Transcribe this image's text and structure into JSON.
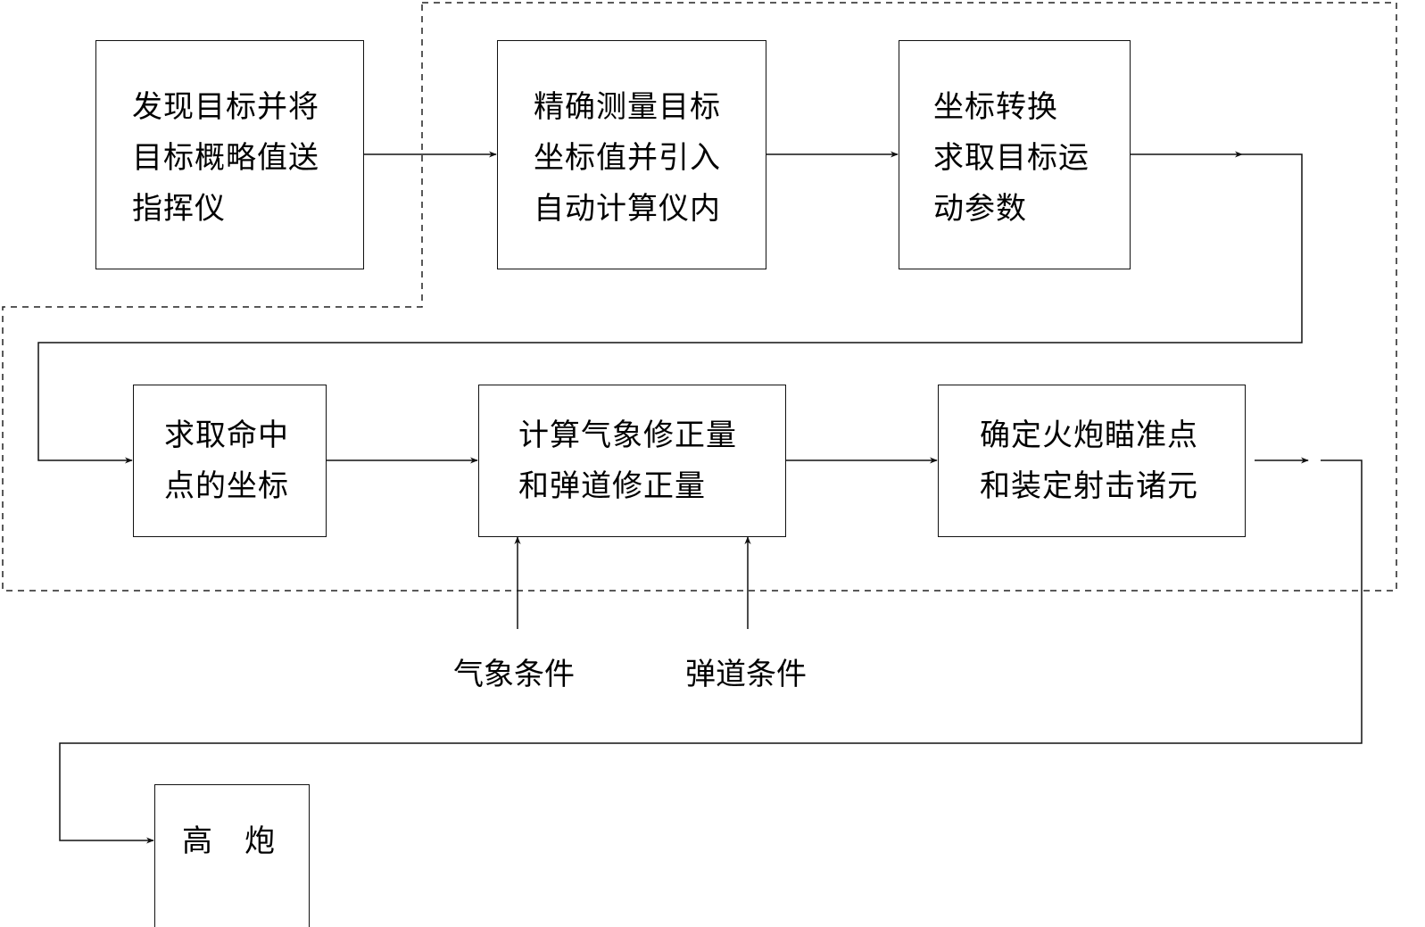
{
  "diagram": {
    "type": "flowchart",
    "title": "",
    "nodes": [
      {
        "id": "n1",
        "lines": [
          "发现目标并将",
          "目标概略值送",
          "指挥仪"
        ]
      },
      {
        "id": "n2",
        "lines": [
          "精确测量目标",
          "坐标值并引入",
          "自动计算仪内"
        ]
      },
      {
        "id": "n3",
        "lines": [
          "坐标转换",
          "求取目标运",
          "动参数"
        ]
      },
      {
        "id": "n4",
        "lines": [
          "求取命中",
          "点的坐标"
        ]
      },
      {
        "id": "n5",
        "lines": [
          "计算气象修正量",
          "和弹道修正量"
        ]
      },
      {
        "id": "n6",
        "lines": [
          "确定火炮瞄准点",
          "和装定射击诸元"
        ]
      },
      {
        "id": "n7",
        "lines": [
          "高　炮"
        ]
      }
    ],
    "inputs": [
      {
        "id": "in1",
        "label": "气象条件",
        "target": "n5"
      },
      {
        "id": "in2",
        "label": "弹道条件",
        "target": "n5"
      }
    ],
    "edges": [
      {
        "from": "n1",
        "to": "n2"
      },
      {
        "from": "n2",
        "to": "n3"
      },
      {
        "from": "n3",
        "to": "n4"
      },
      {
        "from": "n4",
        "to": "n5"
      },
      {
        "from": "n5",
        "to": "n6"
      },
      {
        "from": "n6",
        "to": "n7"
      },
      {
        "from": "in1",
        "to": "n5"
      },
      {
        "from": "in2",
        "to": "n5"
      }
    ],
    "groups": [
      {
        "id": "g1",
        "style": "dotted",
        "contains": [
          "n2",
          "n3",
          "n4",
          "n5",
          "n6"
        ]
      }
    ]
  }
}
